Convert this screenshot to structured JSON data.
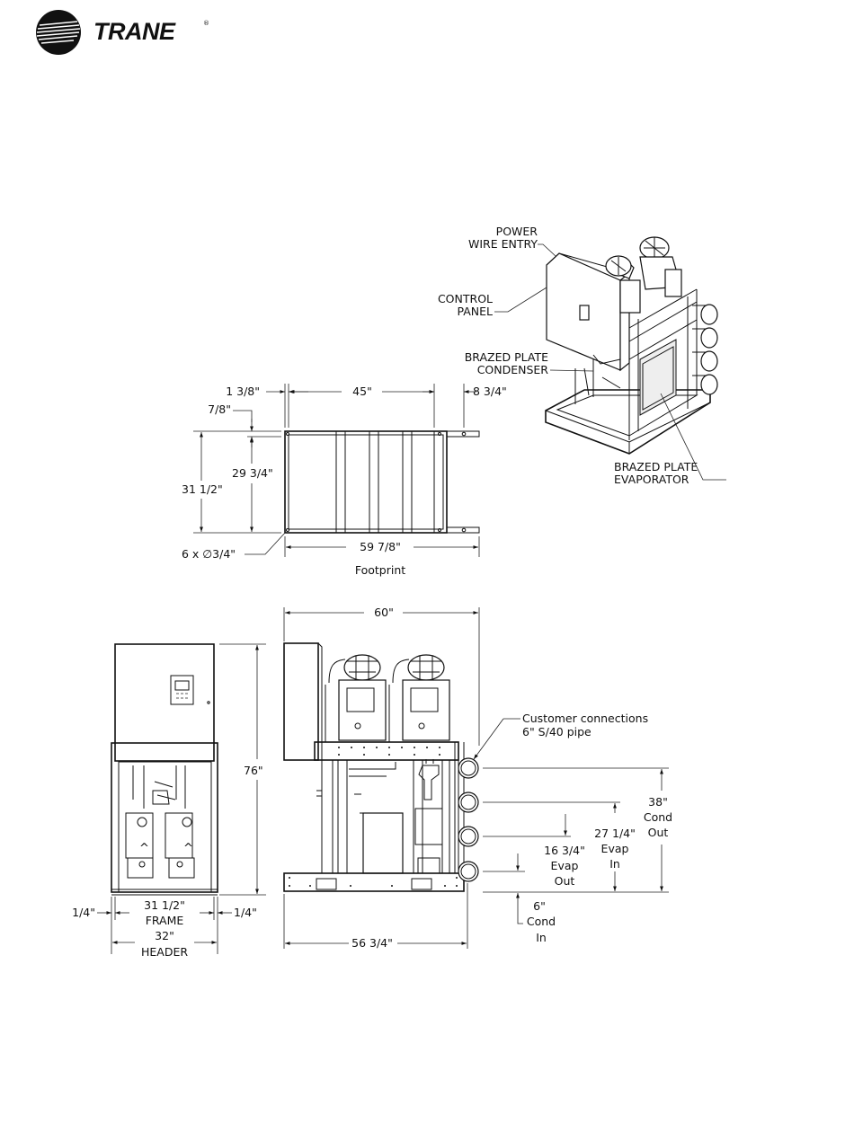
{
  "brand": {
    "name": "TRANE",
    "mark": "®",
    "logo_icon": "trane-globe-icon"
  },
  "iso_labels": {
    "power_wire_entry": [
      "POWER",
      "WIRE ENTRY"
    ],
    "control_panel": [
      "CONTROL",
      "PANEL"
    ],
    "brazed_plate_condenser": [
      "BRAZED PLATE",
      "CONDENSER"
    ],
    "brazed_plate_evaporator": [
      "BRAZED PLATE",
      "EVAPORATOR"
    ]
  },
  "footprint": {
    "caption": "Footprint",
    "dim_left_offset": "1 3/8\"",
    "dim_center": "45\"",
    "dim_right_offset": "8 3/4\"",
    "dim_top_offset": "7/8\"",
    "dim_inner_height": "29 3/4\"",
    "dim_outer_height": "31 1/2\"",
    "holes": "6 x ∅3/4\"",
    "dim_overall_length": "59 7/8\""
  },
  "front_view": {
    "dim_height": "76\"",
    "dim_frame": [
      "31 1/2\"",
      "FRAME"
    ],
    "dim_header": [
      "32\"",
      "HEADER"
    ],
    "dim_left_gap": "1/4\"",
    "dim_right_gap": "1/4\""
  },
  "side_view": {
    "dim_overall_length": "60\"",
    "dim_frame_length": "56 3/4\"",
    "customer_connections": [
      "Customer connections",
      "6\" S/40 pipe"
    ],
    "cond_out": [
      "38\"",
      "Cond",
      "Out"
    ],
    "evap_in": [
      "27 1/4\"",
      "Evap",
      "In"
    ],
    "evap_out": [
      "16 3/4\"",
      "Evap",
      "Out"
    ],
    "cond_in": [
      "6\"",
      "Cond",
      "In"
    ]
  }
}
